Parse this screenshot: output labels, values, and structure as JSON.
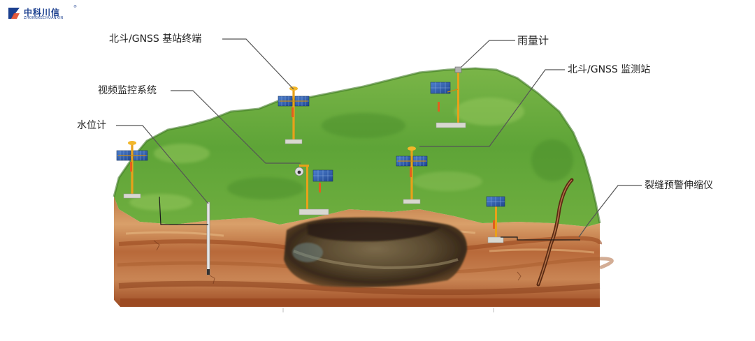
{
  "logo": {
    "name_cn": "中科川信",
    "name_en": "ZHONGKECHUANXIN",
    "reg_mark": "®"
  },
  "callouts": {
    "gnss_base_station": "北斗/GNSS 基站终端",
    "rain_gauge": "雨量计",
    "gnss_monitoring_station": "北斗/GNSS 监测站",
    "video_monitoring": "视频监控系统",
    "water_level_gauge": "水位计",
    "crack_extensometer": "裂缝预警伸缩仪"
  },
  "colors": {
    "brand": "#1b3f8f",
    "grass_light": "#8fc25a",
    "grass_dark": "#4e8f2e",
    "soil_light": "#d9a06a",
    "soil_dark": "#8a3f1c",
    "pole": "#e8a11a",
    "solar_panel": "#2f5fae",
    "leader_line": "#555555"
  }
}
